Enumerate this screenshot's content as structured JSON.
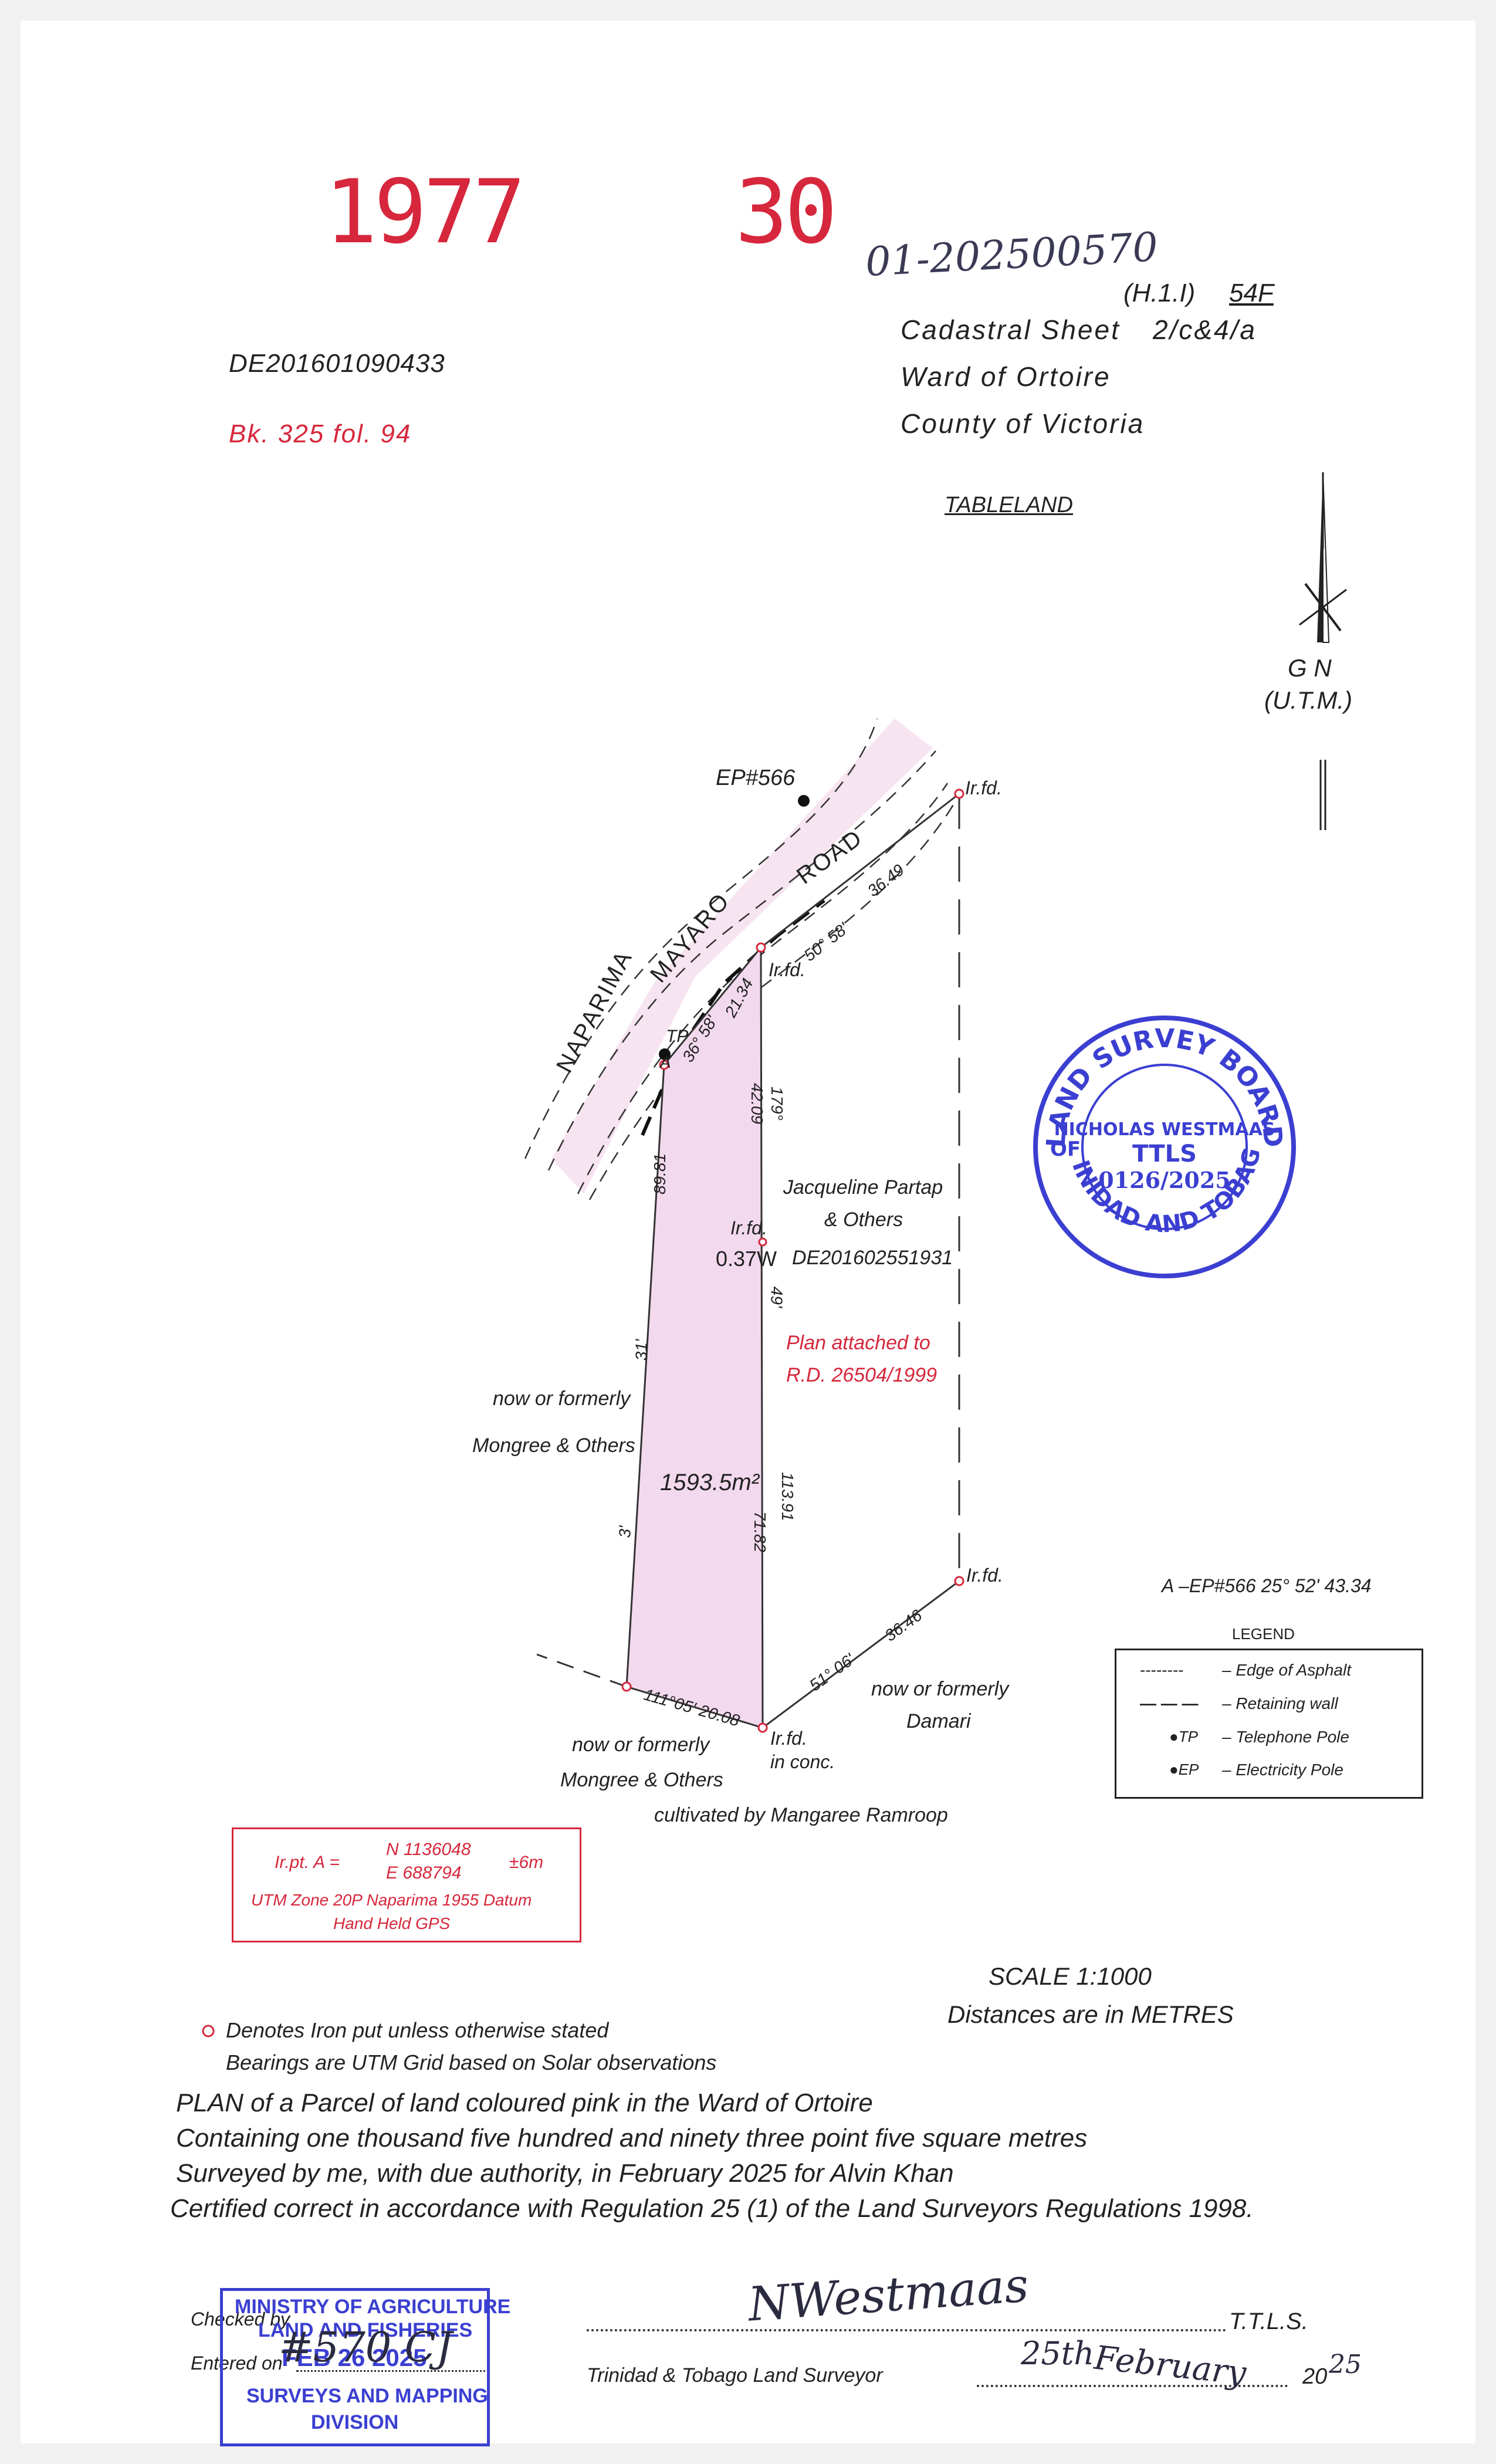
{
  "header": {
    "year": "1977",
    "number": "30",
    "ref_handwritten": "01-202500570",
    "h_code": "(H.1.I)",
    "sheet_no": "54F",
    "sheet_sub": "2/c&4/a",
    "cadastral_sheet": "Cadastral Sheet",
    "ward": "Ward of Ortoire",
    "county": "County of Victoria",
    "place": "TABLELAND",
    "deed_no": "DE201601090433",
    "book_ref": "Bk. 325 fol. 94"
  },
  "north_arrow": {
    "label1": "G N",
    "label2": "(U.T.M.)"
  },
  "map": {
    "road_words": [
      "NAPARIMA",
      "MAYARO",
      "ROAD"
    ],
    "ep_label": "EP#566",
    "tp_label": "TP",
    "point_a": "A",
    "irfd": "Ir.fd.",
    "irfd_inconc": "in conc.",
    "offset": "0.37W",
    "bearings": [
      "50° 58'",
      "36.49",
      "21.34",
      "36° 58'",
      "179°",
      "42.09",
      "49'",
      "89.81",
      "31'",
      "3'",
      "113.91",
      "71.82",
      "111°05' 20.08",
      "51° 06'",
      "36.46"
    ],
    "area": "1593.5m²",
    "neighbour_east_1": "Jacqueline Partap",
    "neighbour_east_2": "& Others",
    "neighbour_east_3": "DE201602551931",
    "plan_attached_1": "Plan attached to",
    "plan_attached_2": "R.D. 26504/1999",
    "west_1": "now or formerly",
    "west_2": "Mongree & Others",
    "south_1": "now or formerly",
    "south_2": "Mongree & Others",
    "se_1": "now or formerly",
    "se_2": "Damari",
    "cultivated": "cultivated by Mangaree Ramroop",
    "ep_bearing": "A  –EP#566    25° 52' 43.34"
  },
  "seal": {
    "top": "LAND SURVEY BOARD",
    "bottom": "TRINIDAD AND TOBAGO",
    "left": "OF",
    "name": "NICHOLAS WESTMAAS",
    "title": "TTLS",
    "number": "0126/2025"
  },
  "legend": {
    "title": "LEGEND",
    "items": [
      {
        "sym": "--------",
        "label": "–  Edge of Asphalt"
      },
      {
        "sym": "— — —",
        "label": "–  Retaining wall"
      },
      {
        "sym": "●TP",
        "label": "–  Telephone Pole"
      },
      {
        "sym": "●EP",
        "label": "–  Electricity Pole"
      }
    ]
  },
  "coords_box": {
    "line1_prefix": "Ir.pt. A =",
    "n": "N  1136048",
    "e": "E    688794",
    "acc": "±6m",
    "line2": "UTM Zone 20P Naparima 1955 Datum",
    "line3": "Hand Held GPS"
  },
  "scale": {
    "scale": "SCALE  1:1000",
    "units": "Distances are in METRES"
  },
  "notes": {
    "iron": "Denotes Iron put unless otherwise stated",
    "bearings": "Bearings are UTM Grid based on Solar observations"
  },
  "certification": {
    "line1": "PLAN  of  a  Parcel  of  land  coloured  pink  in  the  Ward  of  Ortoire",
    "line2": "Containing  one  thousand  five  hundred  and  ninety  three  point  five  square  metres",
    "line3": "Surveyed  by  me,  with  due  authority,  in  February  2025  for  Alvin  Khan",
    "line4": "Certified  correct  in  accordance  with  Regulation  25  (1)  of  the  Land  Surveyors  Regulations  1998."
  },
  "footer": {
    "checked": "Checked by",
    "entered": "Entered on",
    "ttls": "T.T.L.S.",
    "surveyor": "Trinidad  &  Tobago  Land  Surveyor",
    "day": "25th",
    "month": "February",
    "year_prefix": "20",
    "year_suffix": "25",
    "signature": "NWestmaas",
    "ministry_1": "MINISTRY OF AGRICULTURE",
    "ministry_2": "LAND AND FISHERIES",
    "ministry_3": "FEB 26 2025",
    "ministry_4": "SURVEYS AND MAPPING",
    "ministry_5": "DIVISION",
    "ministry_hand": "#570 CJ"
  },
  "colors": {
    "pink": "#f3d9ee",
    "red": "#d6273c",
    "blue": "#3b3fd1"
  }
}
